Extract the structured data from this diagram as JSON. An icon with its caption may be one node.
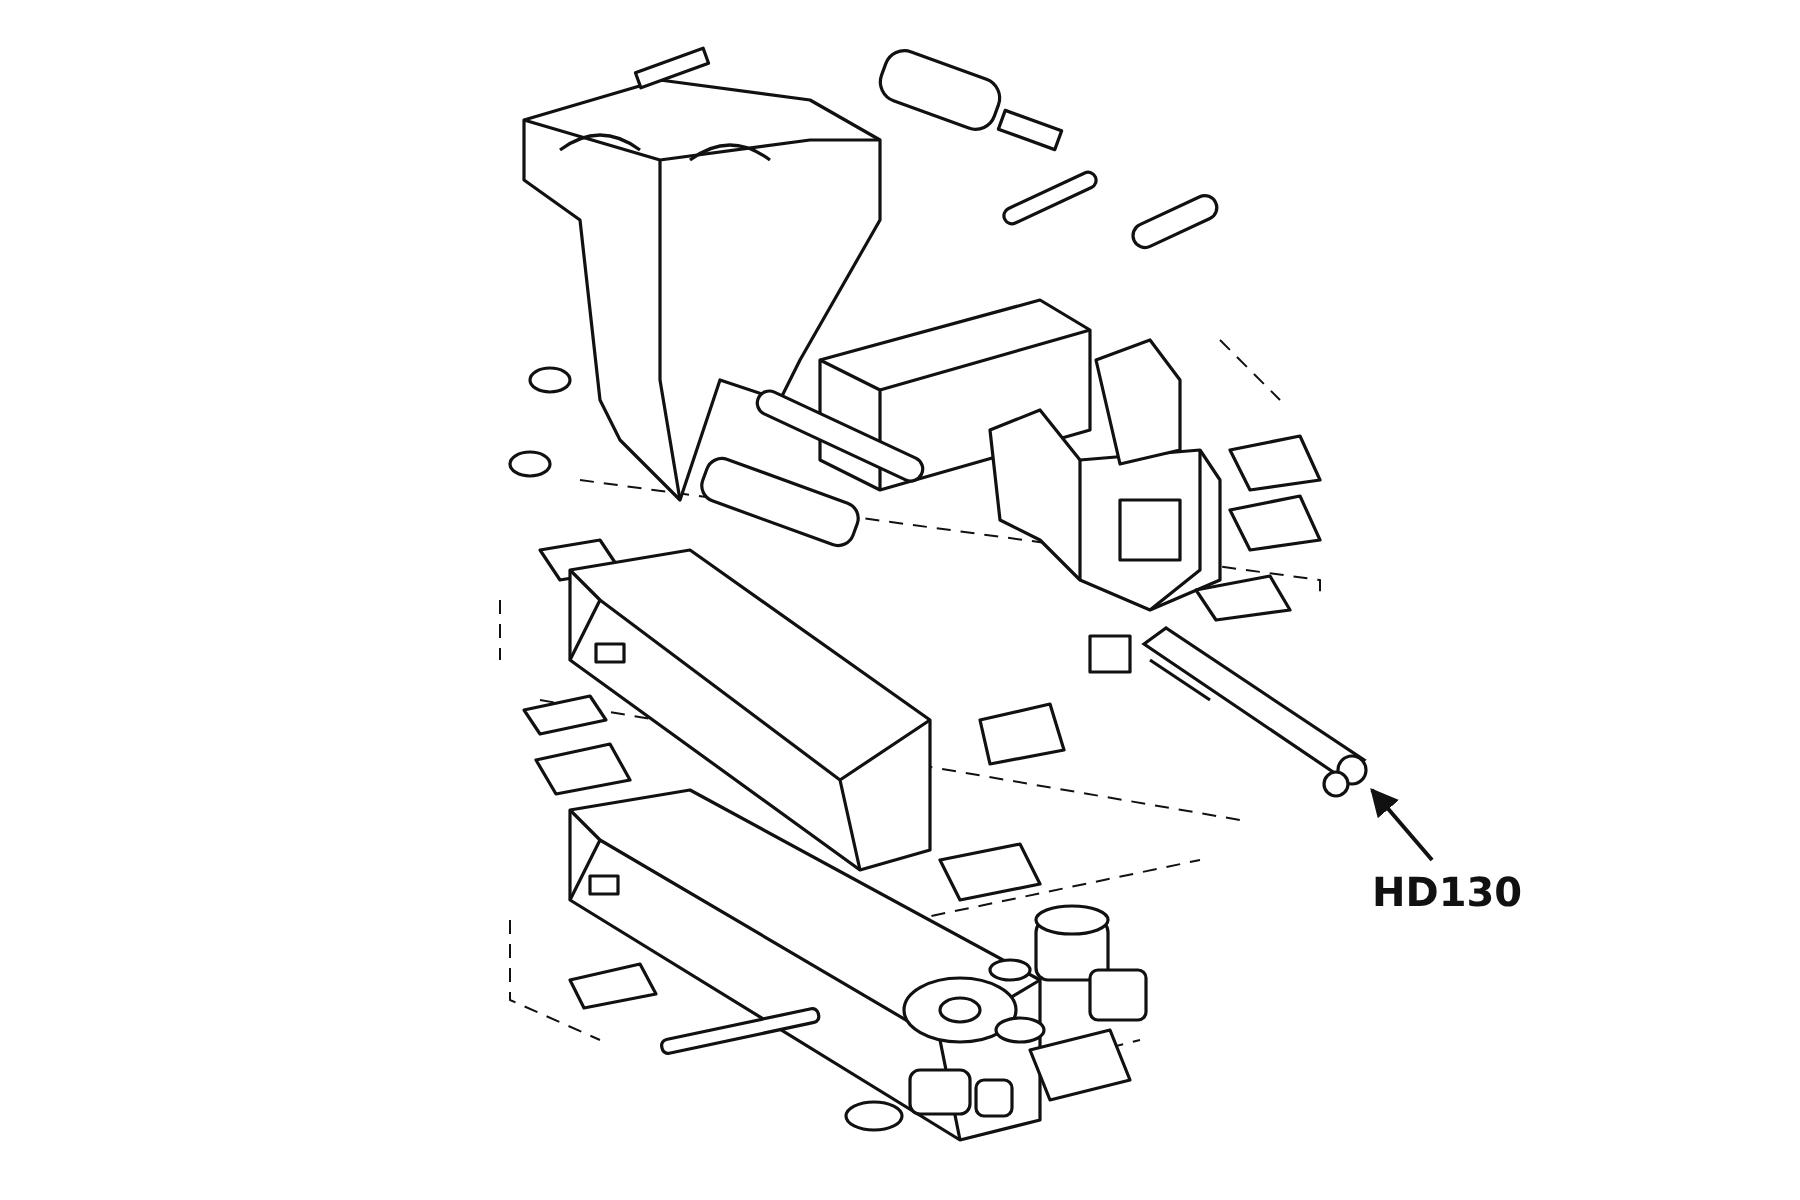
{
  "diagram": {
    "nodes": [
      {
        "text": [
          "HD130"
        ]
      },
      {
        "text": [],
        "shape": "picture"
      }
    ],
    "edges": [
      {
        "from": 0,
        "to": 1,
        "arrow": "to"
      }
    ]
  }
}
